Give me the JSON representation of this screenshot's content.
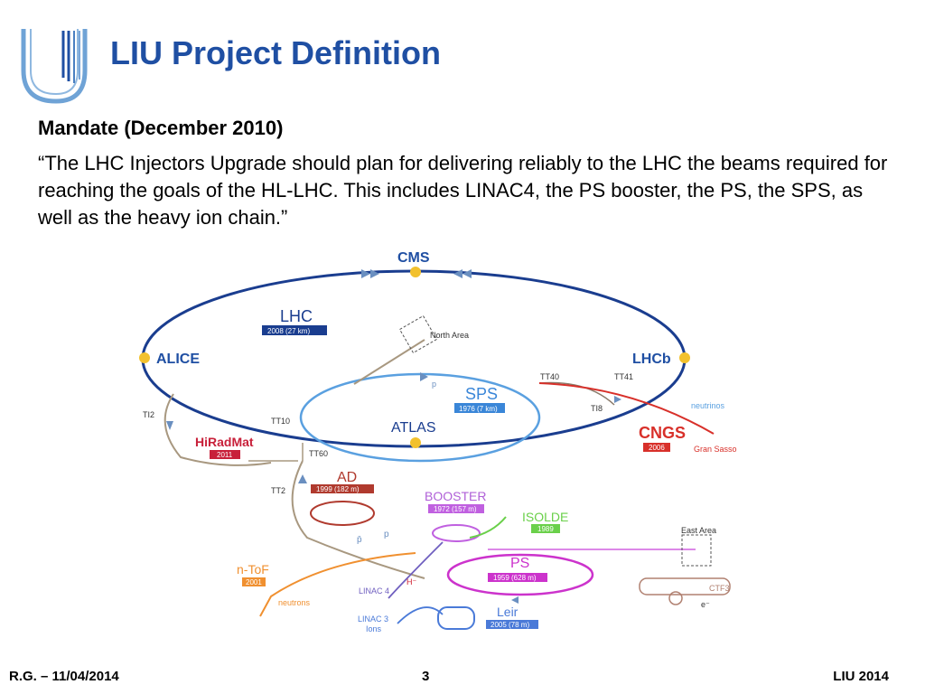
{
  "slide": {
    "title": "LIU Project Definition",
    "mandate_heading": "Mandate (December 2010)",
    "mandate_text": "“The LHC Injectors Upgrade should plan for delivering reliably to the LHC the beams required for reaching the goals of the HL-LHC. This includes LINAC4, the PS booster, the PS, the SPS, as well as the heavy ion chain.”"
  },
  "diagram": {
    "labels": {
      "cms": "CMS",
      "lhc": "LHC",
      "lhc_badge": "2008 (27 km)",
      "alice": "ALICE",
      "lhcb": "LHCb",
      "north_area": "North Area",
      "tt40": "TT40",
      "tt41": "TT41",
      "sps": "SPS",
      "sps_badge": "1976 (7 km)",
      "ti8": "TI8",
      "neutrinos": "neutrinos",
      "ti2": "TI2",
      "tt10": "TT10",
      "atlas": "ATLAS",
      "cngs": "CNGS",
      "cngs_badge": "2006",
      "gran_sasso": "Gran Sasso",
      "hiradmat": "HiRadMat",
      "hiradmat_badge": "2011",
      "tt60": "TT60",
      "p_sps": "p",
      "ad": "AD",
      "ad_badge": "1999 (182 m)",
      "tt2": "TT2",
      "booster": "BOOSTER",
      "booster_badge": "1972 (157 m)",
      "isolde": "ISOLDE",
      "isolde_badge": "1989",
      "pbar": "p̄",
      "p_ad": "p",
      "east_area": "East Area",
      "ntof": "n-ToF",
      "ntof_badge": "2001",
      "linac4": "LINAC 4",
      "hminus": "H⁻",
      "ps": "PS",
      "ps_badge": "1959 (628 m)",
      "ctf3": "CTF3",
      "electron": "e⁻",
      "neutrons": "neutrons",
      "linac3": "LINAC 3",
      "ions": "Ions",
      "leir": "Leir",
      "leir_badge": "2005 (78 m)"
    }
  },
  "footer": {
    "left": "R.G. – 11/04/2014",
    "page": "3",
    "right": "LIU 2014"
  }
}
